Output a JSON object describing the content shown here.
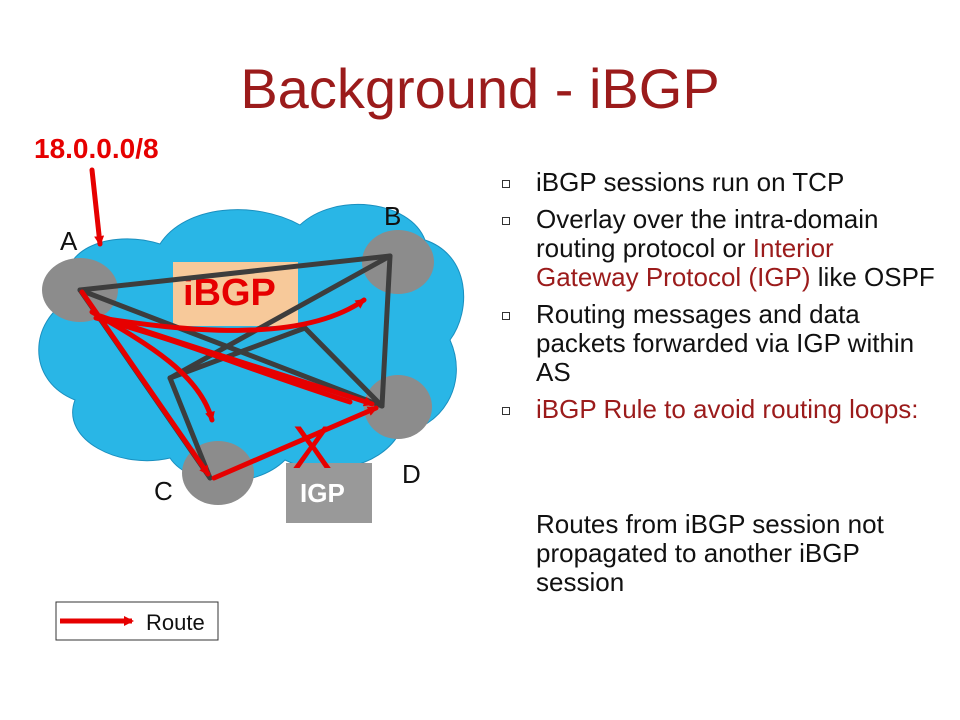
{
  "title": "Background - iBGP",
  "diagram": {
    "prefix_label": "18.0.0.0/8",
    "ibgp_label": "iBGP",
    "igp_label": "IGP",
    "x_mark": "X",
    "nodes": {
      "a": "A",
      "b": "B",
      "c": "C",
      "d": "D"
    },
    "legend_label": "Route",
    "colors": {
      "cloud": "#29b6e6",
      "router": "#8c8c8c",
      "route": "#e60000",
      "session": "#3d3d3d",
      "ibgp_box": "#f7c99a",
      "igp_box": "#999999",
      "title": "#9b1b1b"
    }
  },
  "bullets": {
    "b1": "iBGP sessions run on TCP",
    "b2_pre": "Overlay over the intra-domain routing protocol or ",
    "b2_red": "Interior Gateway Protocol (IGP)",
    "b2_post": " like OSPF",
    "b3": "Routing messages and data packets forwarded via IGP within AS",
    "b4": "iBGP Rule to avoid routing loops:",
    "rule_text": "Routes from iBGP session not propagated to another iBGP session"
  }
}
